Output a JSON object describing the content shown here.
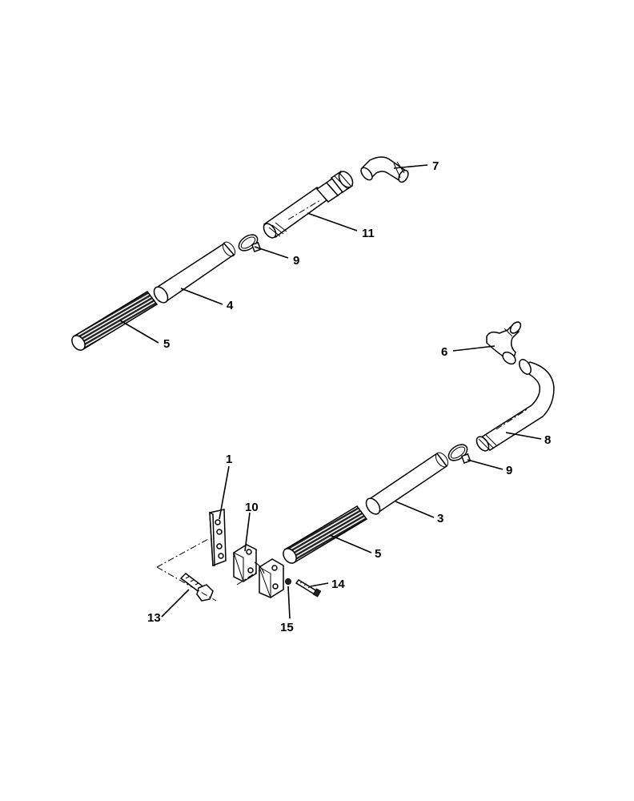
{
  "callouts": {
    "c1": "1",
    "c3": "3",
    "c4": "4",
    "c5_upper": "5",
    "c5_lower": "5",
    "c6": "6",
    "c7": "7",
    "c8": "8",
    "c9_upper": "9",
    "c9_lower": "9",
    "c10": "10",
    "c11": "11",
    "c13": "13",
    "c14": "14",
    "c15": "15"
  },
  "colors": {
    "ink": "#000000",
    "paper": "#ffffff",
    "corrugation": "#222222"
  }
}
